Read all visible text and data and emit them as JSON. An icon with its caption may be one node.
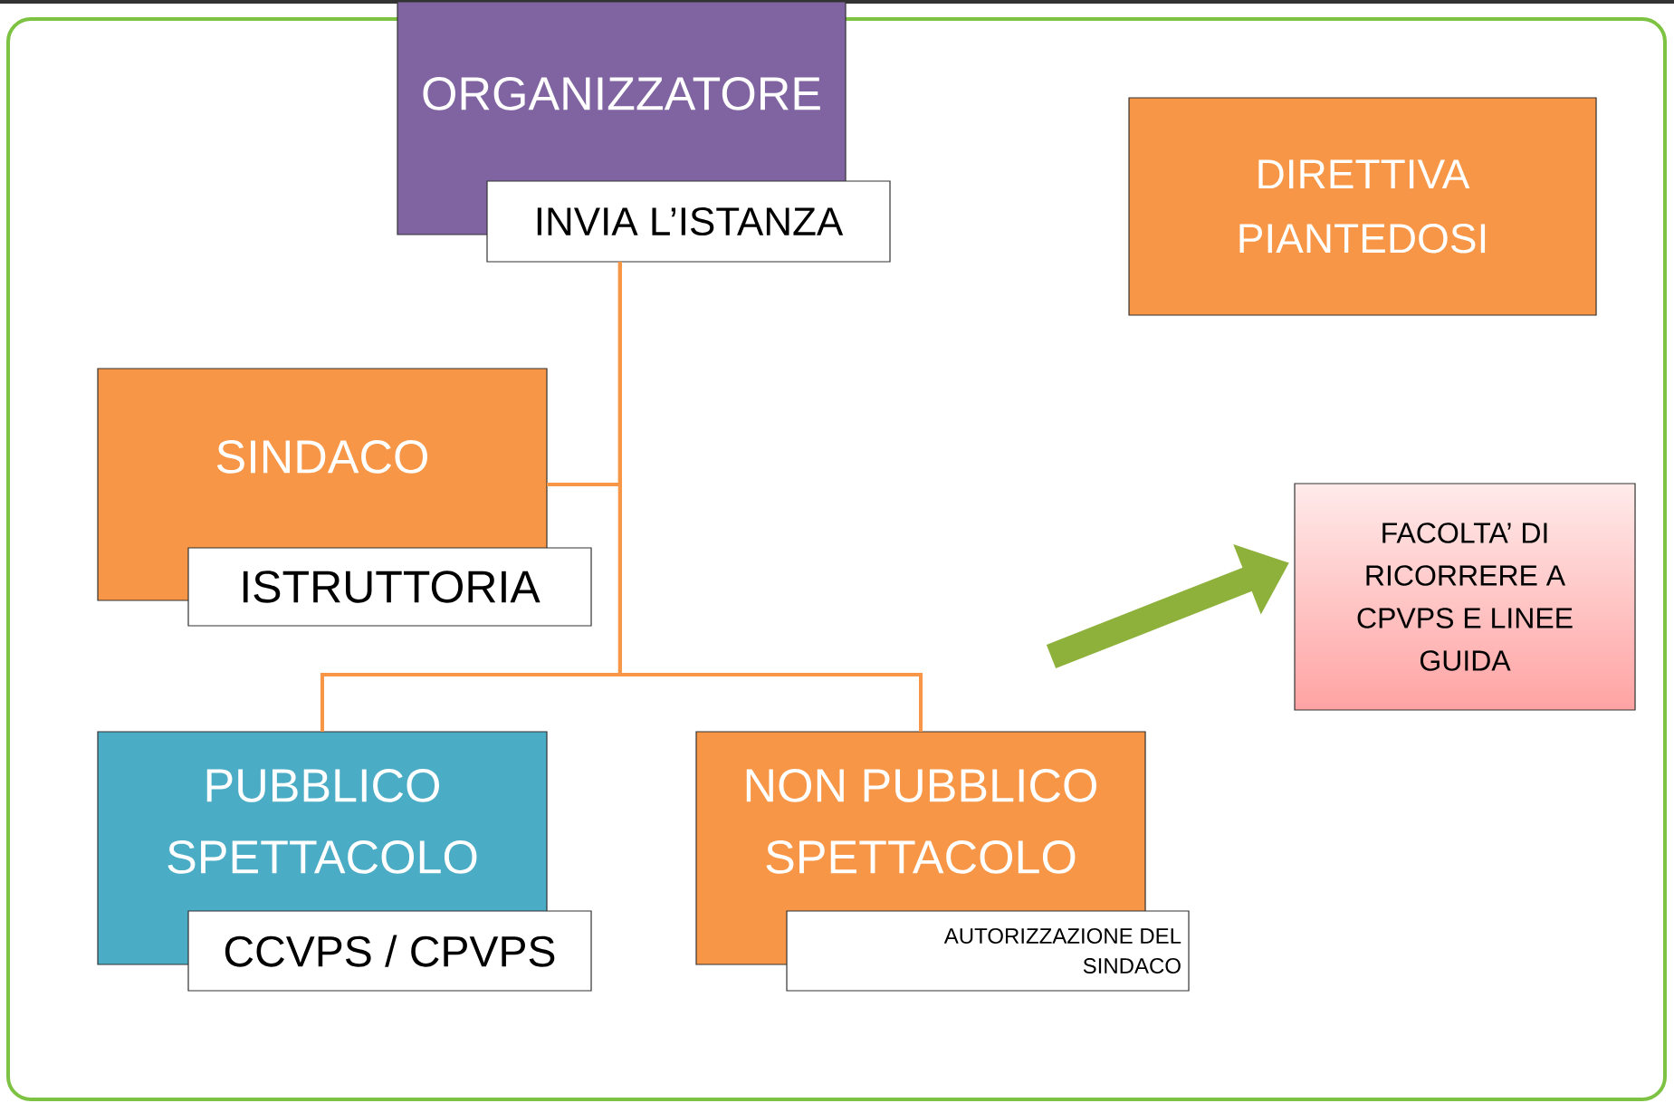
{
  "diagram": {
    "nodes": [
      {
        "text": [
          "ORGANIZZATORE"
        ]
      },
      {
        "text": [
          "INVIA L’ISTANZA"
        ]
      },
      {
        "text": [
          "DIRETTIVA PIANTEDOSI"
        ]
      },
      {
        "text": [
          "SINDACO"
        ]
      },
      {
        "text": [
          "ISTRUTTORIA"
        ]
      },
      {
        "text": [
          "FACOLTA’ DI RICORRERE A CPVPS E LINEE GUIDA"
        ]
      },
      {
        "text": [
          "PUBBLICO SPETTACOLO"
        ]
      },
      {
        "text": [
          "CCVPS / CPVPS"
        ]
      },
      {
        "text": [
          "NON PUBBLICO SPETTACOLO"
        ]
      },
      {
        "text": [
          "AUTORIZZAZIONE DEL SINDACO"
        ]
      }
    ],
    "edges": [
      {
        "from": 1,
        "to": 3,
        "arrow": "none"
      },
      {
        "from": 1,
        "to": 6,
        "arrow": "none"
      },
      {
        "from": 1,
        "to": 8,
        "arrow": "none"
      },
      {
        "from": null,
        "to": 5,
        "arrow": "to",
        "style": "thick",
        "color": "#8db13a"
      }
    ]
  }
}
